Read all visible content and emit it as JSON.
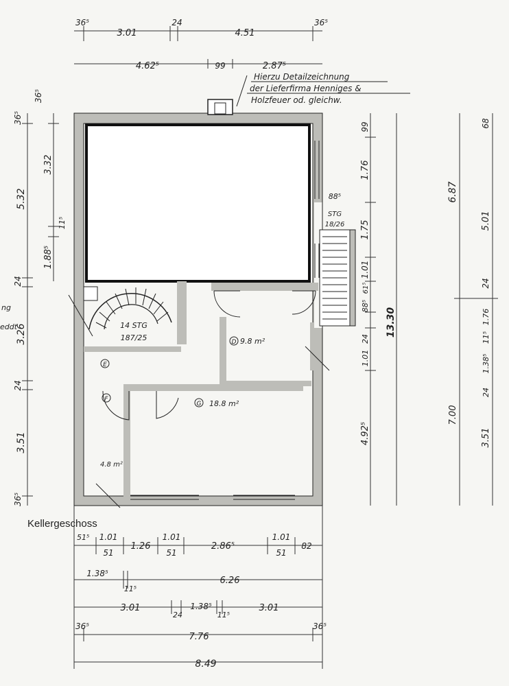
{
  "plan": {
    "title": "Kellergeschoss",
    "note": [
      "Hierzu Detailzeichnung",
      "der Lieferfirma Henniges &",
      "Holzfeuer od. gleichw."
    ],
    "stair_main": [
      "14 STG",
      "187/25"
    ],
    "stair_ext": [
      "STG",
      "18/26"
    ],
    "rooms": {
      "d": {
        "letter": "D",
        "area": "9.8 m²"
      },
      "e": {
        "letter": "E"
      },
      "f": {
        "letter": "F",
        "area": "4.8 m²"
      },
      "g": {
        "letter": "G",
        "area": "18.8 m²"
      }
    },
    "margin_marks": [
      "ng",
      "eddt"
    ]
  },
  "dims": {
    "top1": [
      "36⁵",
      "3.01",
      "24",
      "4.51",
      "36⁵"
    ],
    "top2": [
      "4.62⁵",
      "99",
      "2.87⁵"
    ],
    "left_outer": [
      "36⁵",
      "5.32",
      "24",
      "3.26",
      "24",
      "3.51",
      "36⁵"
    ],
    "left_inner": [
      "36⁵",
      "3.32",
      "11⁵",
      "1.88⁵"
    ],
    "right1": [
      "99",
      "1.76",
      "88⁵",
      "1.75",
      "1.01",
      "61⁵",
      "88⁵",
      "24",
      "1.01",
      "4.92⁵"
    ],
    "right_total": "13.30",
    "right_far": [
      "68",
      "6.87",
      "5.01",
      "24",
      "1.76",
      "11⁵",
      "1.38⁵",
      "24",
      "7.00",
      "3.51"
    ],
    "bottom1": [
      "51⁵",
      "1.01",
      "51",
      "1.26",
      "1.01",
      "51",
      "2.86⁵",
      "1.01",
      "51",
      "82"
    ],
    "bottom2": [
      "1.38⁵",
      "11⁵",
      "6.26"
    ],
    "bottom3": [
      "3.01",
      "24",
      "1.38⁵",
      "11⁵",
      "3.01"
    ],
    "bottom4": [
      "36⁵",
      "7.76",
      "36⁵"
    ],
    "bottom5": "8.49"
  }
}
